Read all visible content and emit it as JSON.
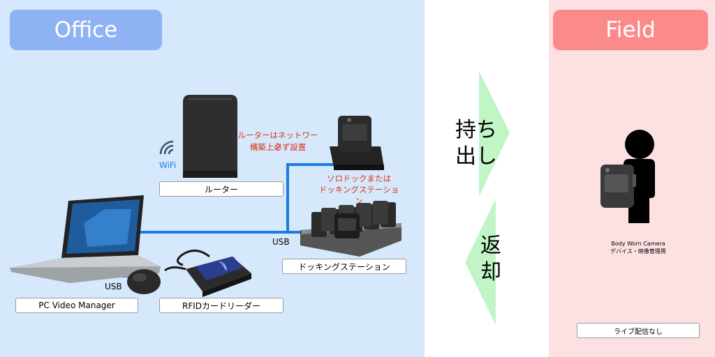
{
  "office": {
    "title": "Office"
  },
  "field": {
    "title": "Field"
  },
  "labels": {
    "router": "ルーター",
    "docking_station": "ドッキングステーション",
    "pc_video_manager": "PC Video Manager",
    "rfid_reader": "RFIDカードリーダー",
    "no_live": "ライブ配信なし"
  },
  "annotations": {
    "wifi": "WiFi",
    "router_note_line1": "ルーターはネットワーク",
    "router_note_line2": "構築上必ず設置",
    "dock_note_line1": "ソロドックまたは",
    "dock_note_line2": "ドッキングステーション",
    "usb_dock": "USB",
    "usb_pc": "USB",
    "body_cam_line1": "Body Worn Camera",
    "body_cam_line2": "デバイス・映像管理用"
  },
  "arrows": {
    "checkout_line1": "持ち",
    "checkout_line2": "出し",
    "return_line1": "返",
    "return_line2": "却"
  },
  "colors": {
    "office_bg": "#d6e8fb",
    "field_bg": "#fde0e2",
    "office_header": "#8fb2f4",
    "field_header": "#fb8b8b",
    "arrow_green": "#c2f5c6",
    "cable_blue": "#1e7be3",
    "note_red": "#d9341d"
  }
}
